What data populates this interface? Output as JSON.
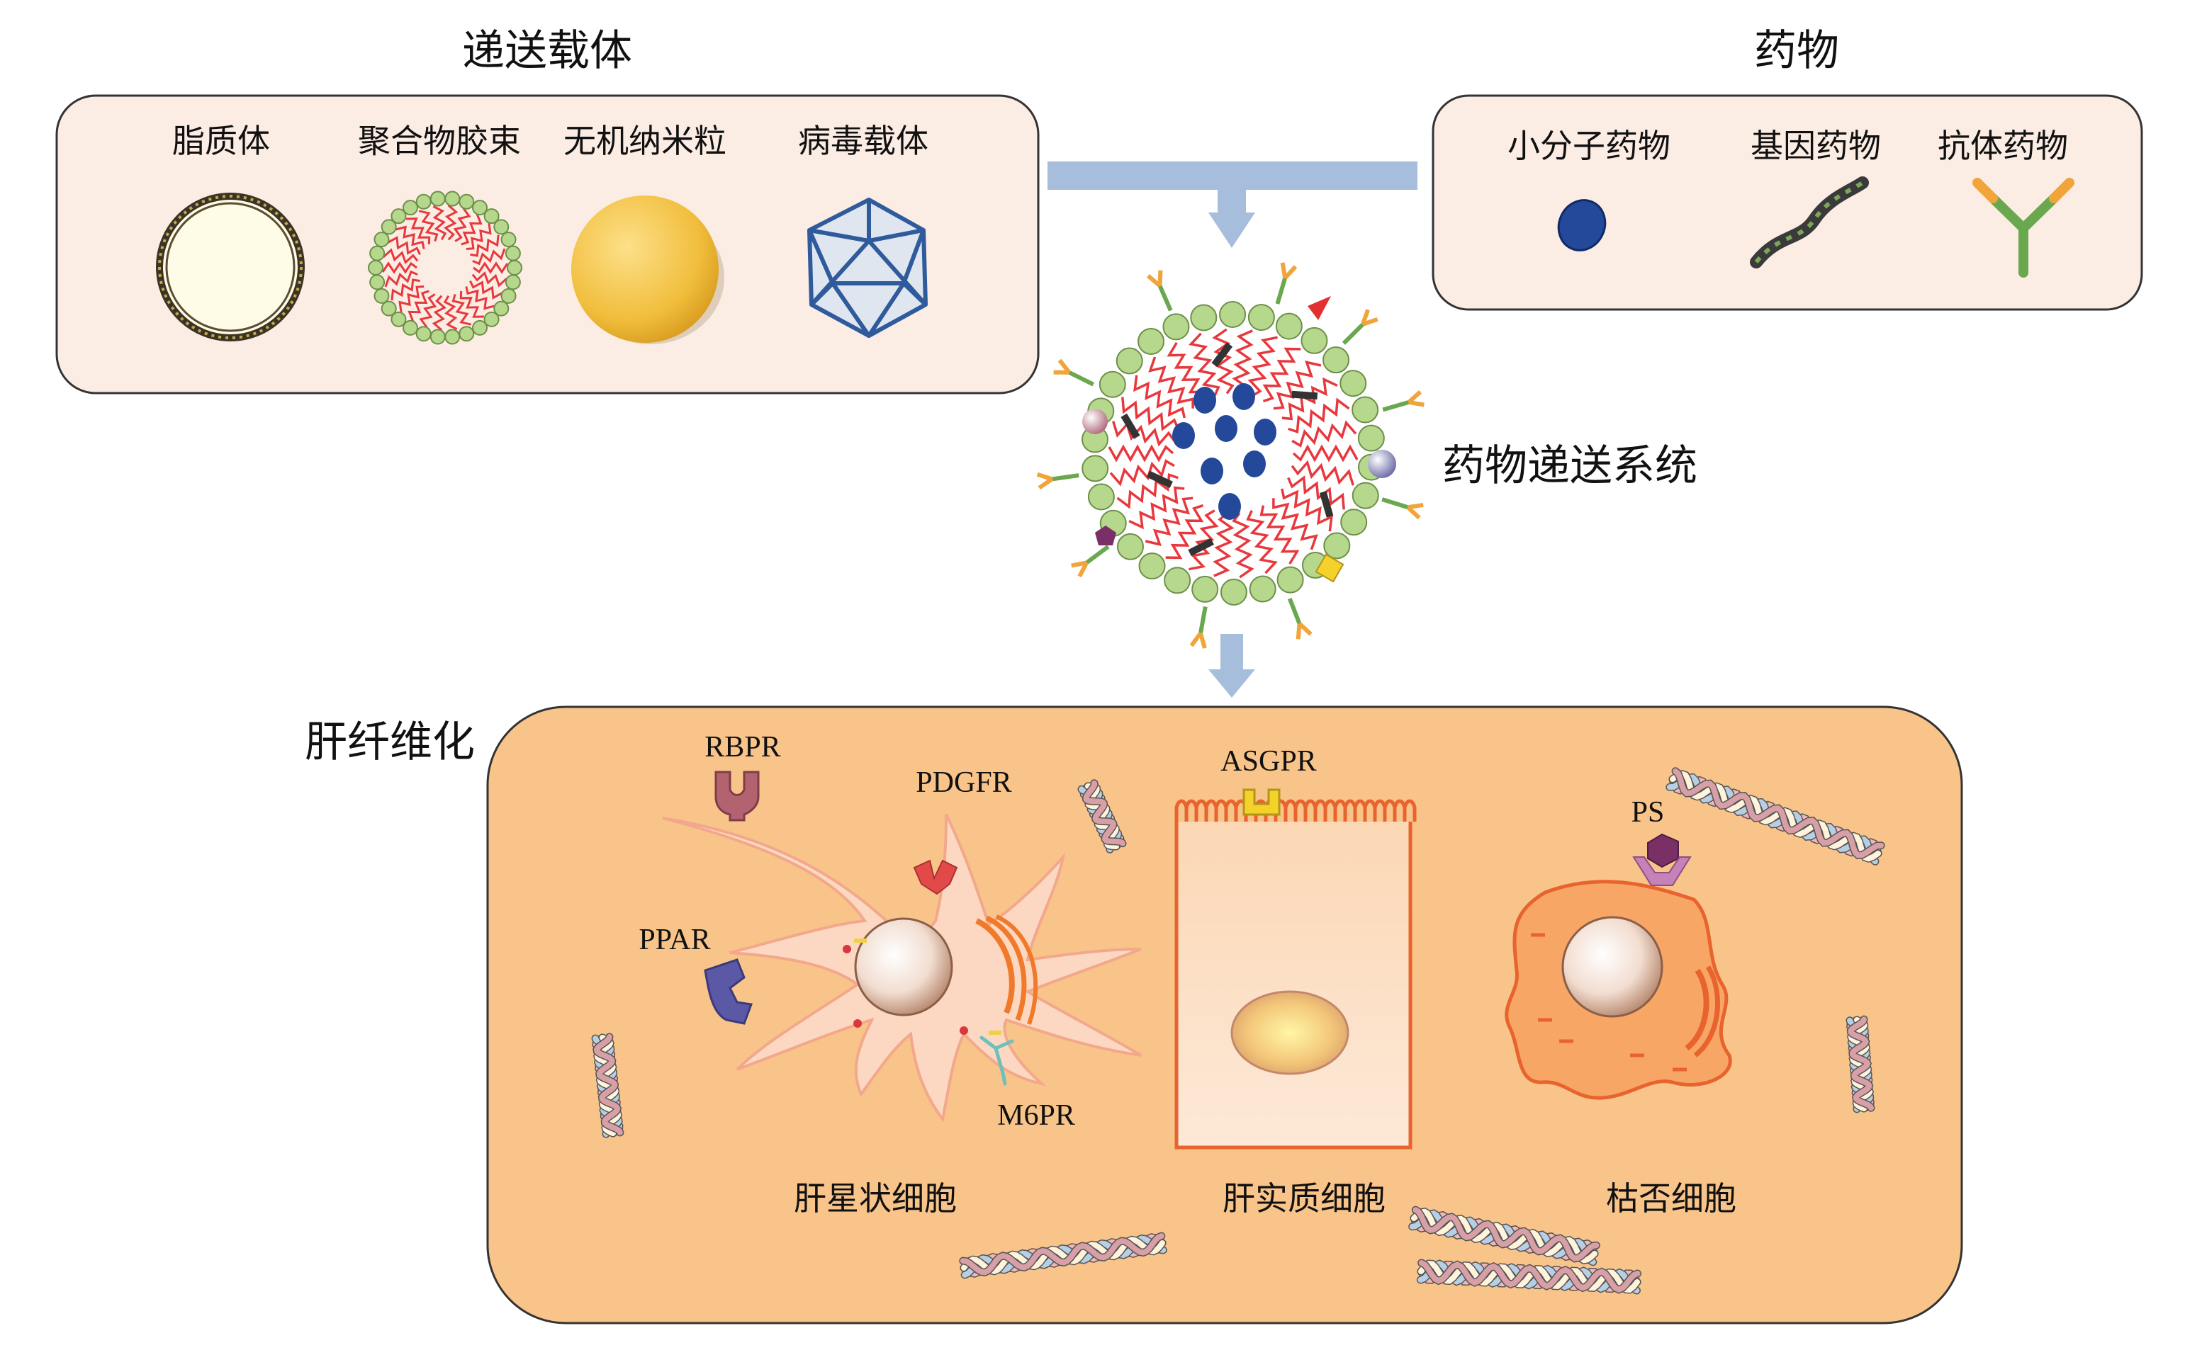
{
  "carriers": {
    "title": "递送载体",
    "items": [
      "脂质体",
      "聚合物胶束",
      "无机纳米粒",
      "病毒载体"
    ]
  },
  "drugs": {
    "title": "药物",
    "items": [
      "小分子药物",
      "基因药物",
      "抗体药物"
    ]
  },
  "system": {
    "label": "药物递送系统"
  },
  "fibrosis": {
    "title": "肝纤维化",
    "receptors": [
      "RBPR",
      "PDGFR",
      "PPAR",
      "M6PR",
      "ASGPR",
      "PS"
    ],
    "cells": [
      "肝星状细胞",
      "肝实质细胞",
      "枯否细胞"
    ]
  },
  "colors": {
    "panel_fill": "#fbece4",
    "fibrosis_fill": "#f8c48a",
    "arrow": "#a6bddb",
    "micelle_bead": "#b6d88d",
    "micelle_chain": "#e8383d",
    "virus": "#2f5a9b",
    "small_molecule": "#24489a"
  }
}
